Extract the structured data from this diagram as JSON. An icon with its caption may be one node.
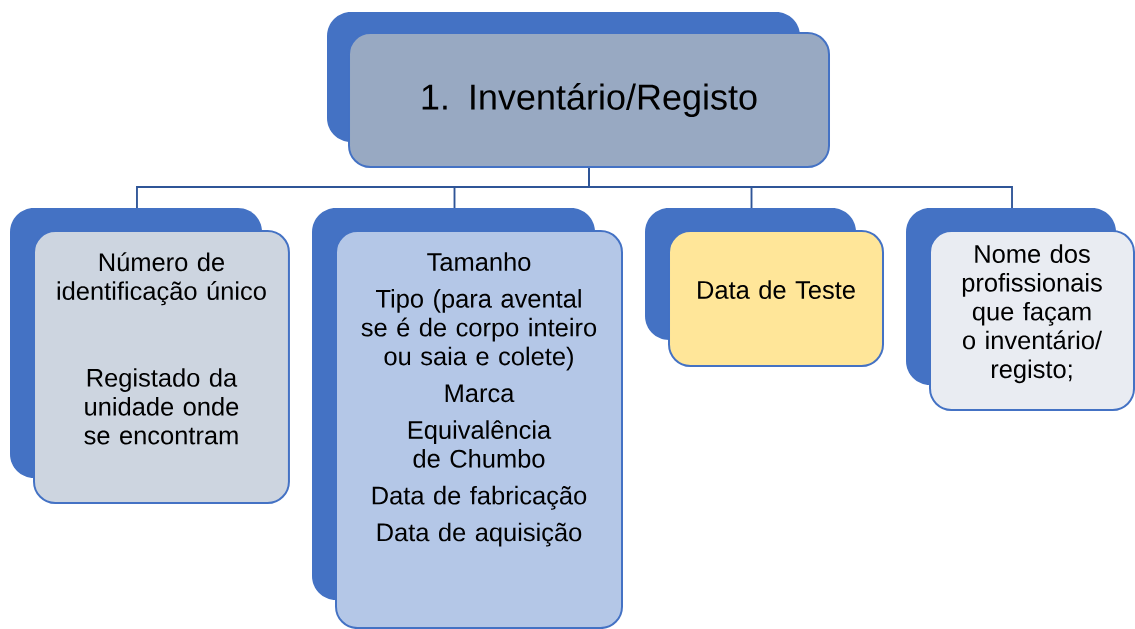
{
  "diagram": {
    "nodes": [
      {
        "text": [
          "1. Inventário/Registo"
        ]
      },
      {
        "text": [
          "Número de identificação único",
          "Registado da unidade onde se encontram"
        ]
      },
      {
        "text": [
          "Tamanho",
          "Tipo (para avental se é de corpo inteiro ou saia e colete)",
          "Marca",
          "Equivalência de Chumbo",
          "Data de fabricação",
          "Data de aquisição"
        ]
      },
      {
        "text": [
          "Data de Teste"
        ]
      },
      {
        "text": [
          "Nome dos profissionais que façam o inventário/ registo;"
        ]
      }
    ],
    "edges": [
      {
        "from": 0,
        "to": 1,
        "arrow": "none"
      },
      {
        "from": 0,
        "to": 2,
        "arrow": "none"
      },
      {
        "from": 0,
        "to": 3,
        "arrow": "none"
      },
      {
        "from": 0,
        "to": 4,
        "arrow": "none"
      }
    ]
  }
}
